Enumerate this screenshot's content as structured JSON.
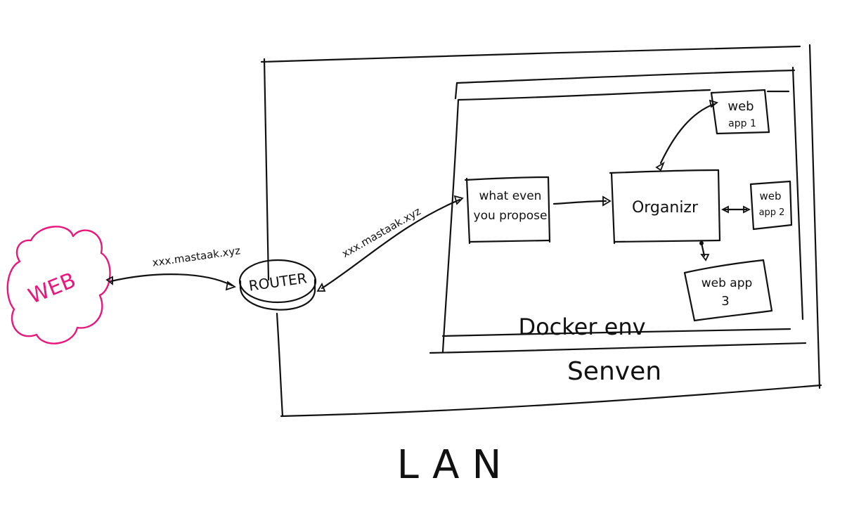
{
  "colors": {
    "ink": "#111111",
    "web_cloud": "#e8177a"
  },
  "labels": {
    "web": "WEB",
    "router": "ROUTER",
    "lan": "LAN",
    "server": "Senven",
    "docker": "Docker env",
    "proxy_line1": "what even",
    "proxy_line2": "you propose",
    "organizer": "Organizr",
    "app1_line1": "web",
    "app1_line2": "app 1",
    "app2_line1": "web",
    "app2_line2": "app 2",
    "app3_line1": "web app",
    "app3_line2": "3",
    "link_web_router": "xxx.mastaak.xyz",
    "link_router_proxy": "xxx.mastaak.xyz"
  }
}
